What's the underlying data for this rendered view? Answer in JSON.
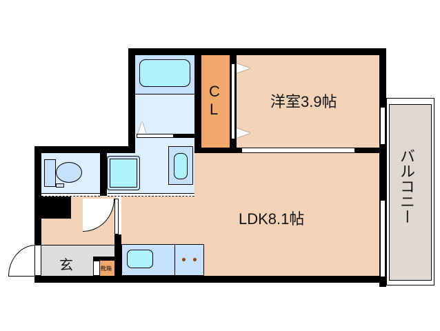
{
  "floor_plan": {
    "rooms": {
      "western_room": {
        "label": "洋室3.9帖",
        "color": "#f2d3b7"
      },
      "ldk": {
        "label": "LDK8.1帖",
        "color": "#f2d3b7"
      },
      "closet": {
        "label_line1": "C",
        "label_line2": "L",
        "color": "#f0a96b"
      },
      "balcony": {
        "label": "バルコニー",
        "color": "#e0d8d0"
      },
      "entrance": {
        "label": "玄",
        "color": "#dddddd"
      },
      "shoe_box": {
        "label": "靴箱",
        "color": "#f0a96b"
      },
      "bathroom": {
        "color": "#c7e0fb"
      },
      "washroom": {
        "color": "#ddeefd"
      },
      "toilet": {
        "color": "#ddeefd"
      }
    },
    "colors": {
      "wall": "#000000",
      "fixture_fill": "#aef2fc",
      "fixture_bg": "#c7e0fb",
      "stove_knob": "#8b4513"
    }
  }
}
